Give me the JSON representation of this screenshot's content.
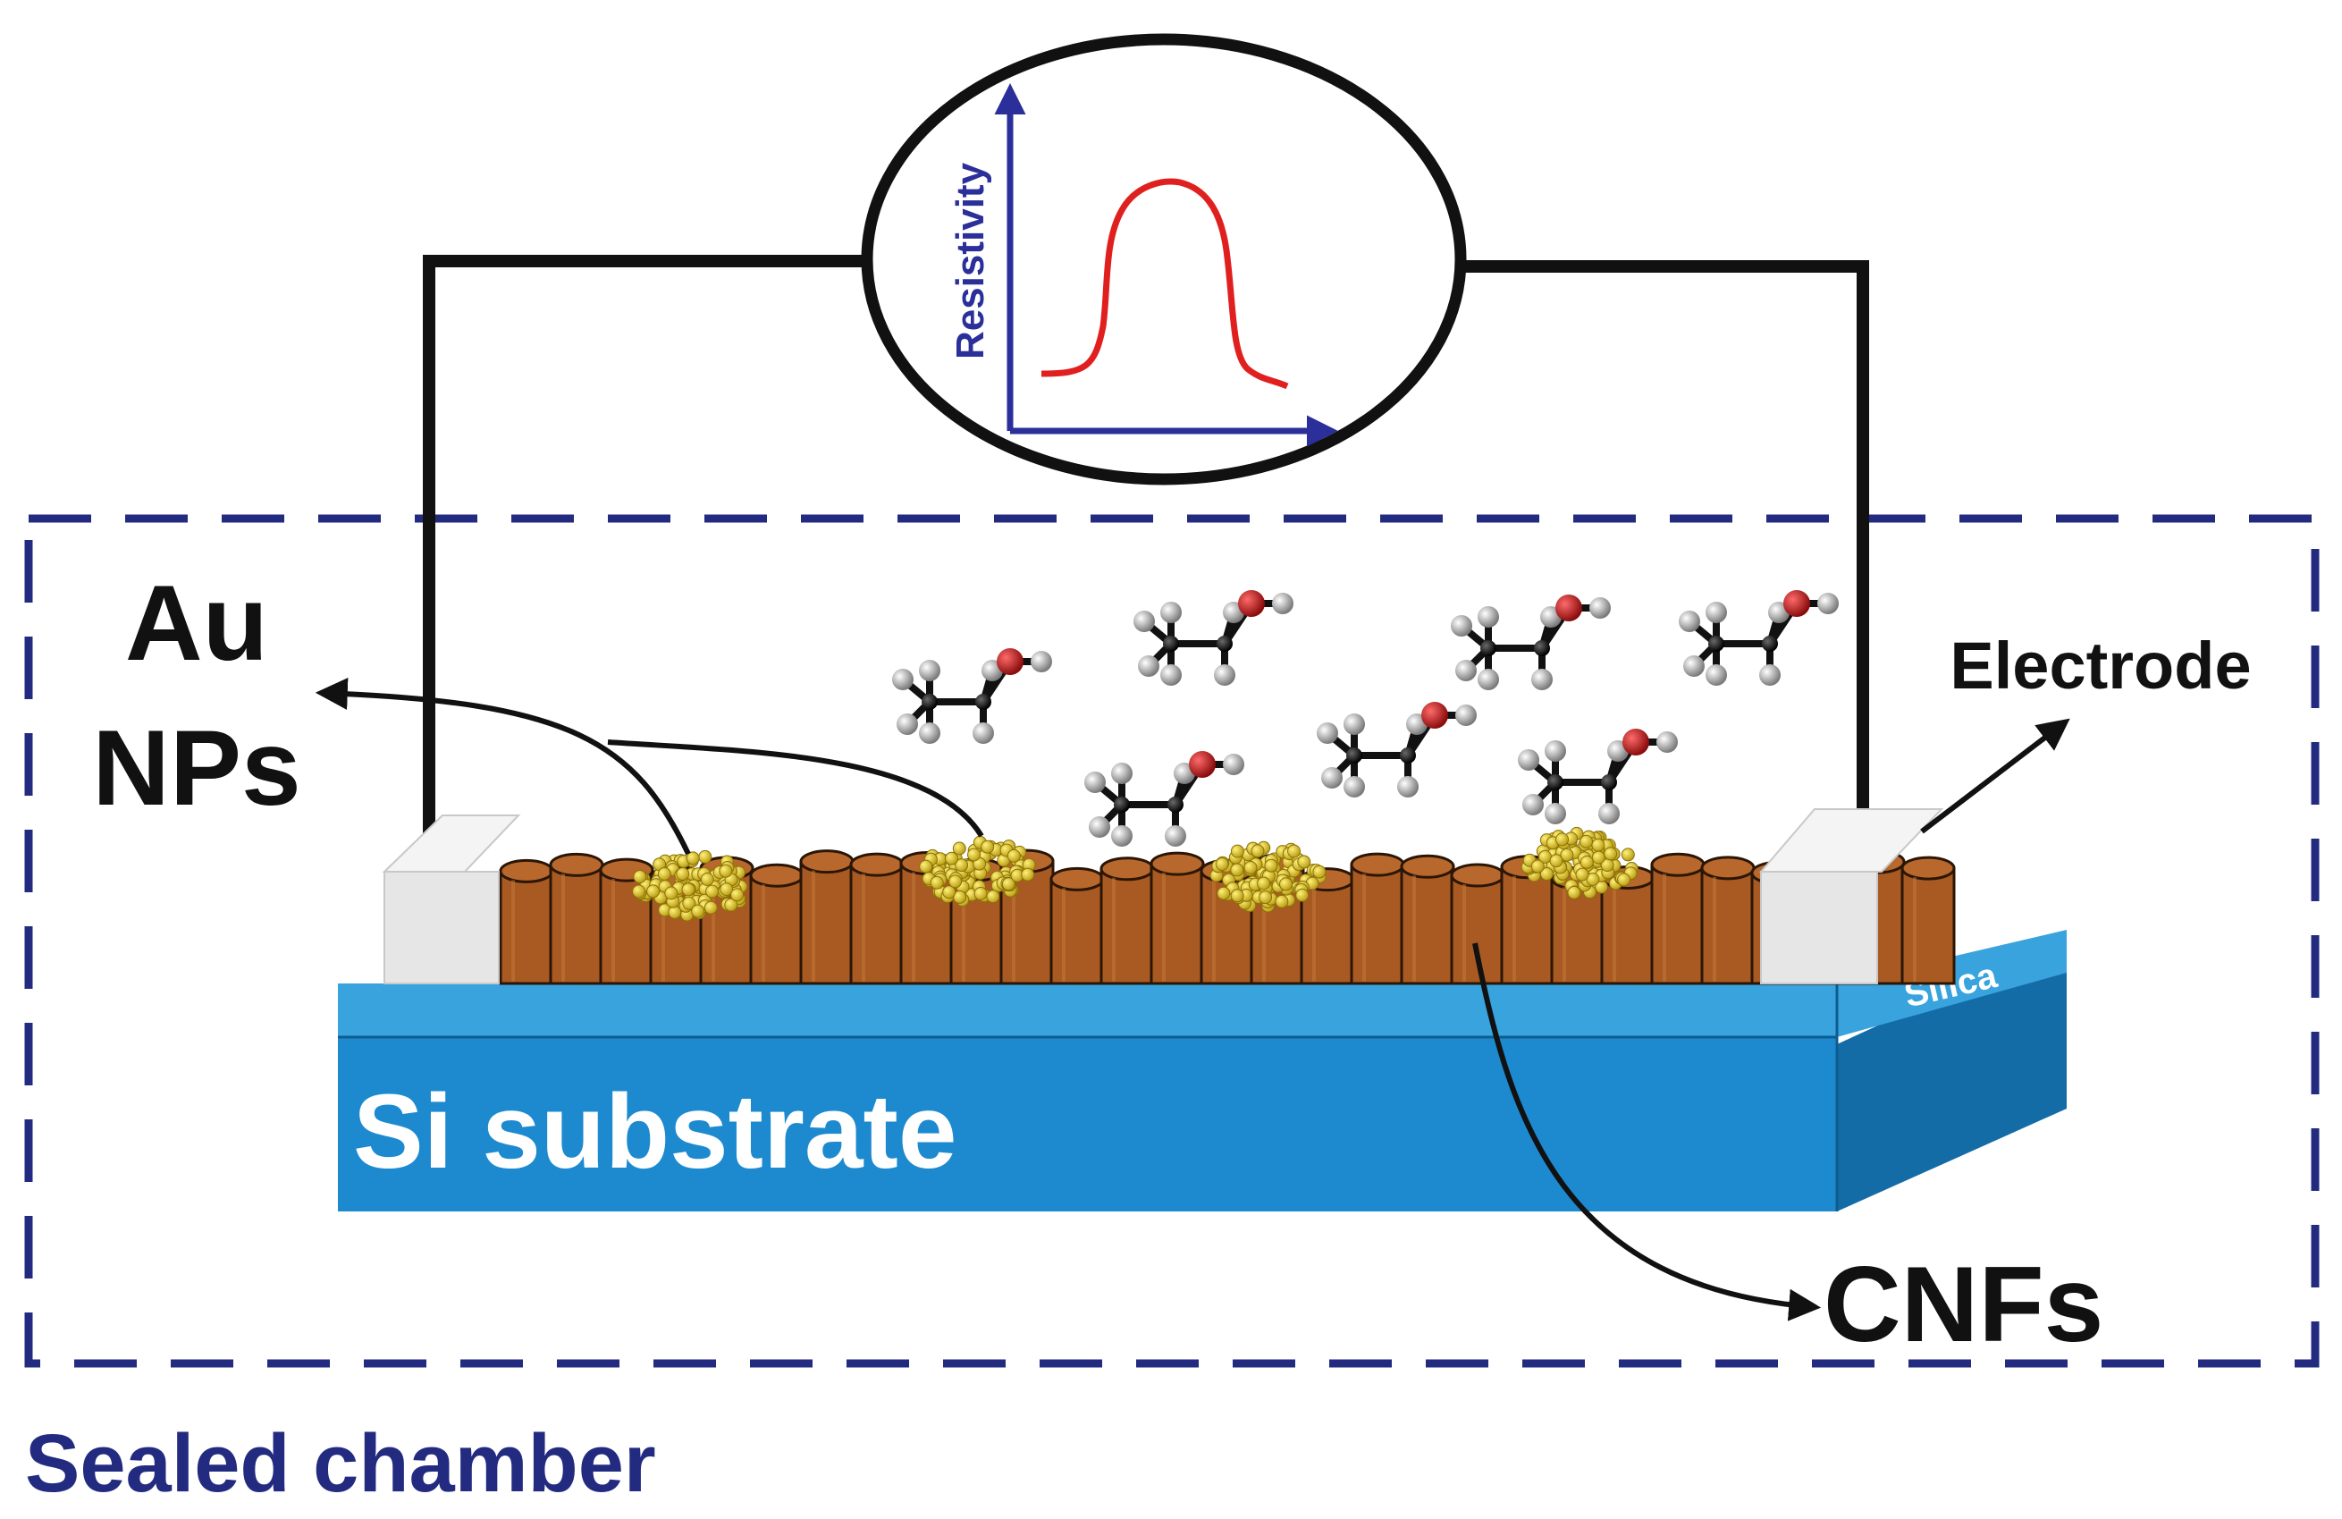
{
  "labels": {
    "au_line1": "Au",
    "au_line2": "NPs",
    "electrode": "Electrode",
    "silica": "Silica",
    "substrate": "Si substrate",
    "cnfs": "CNFs",
    "chamber": "Sealed chamber",
    "y_axis": "Resistivity"
  },
  "colors": {
    "chamber_border": "#232b80",
    "axis": "#2a2f9a",
    "signal": "#e0201e",
    "wire": "#111111",
    "substrate_front": "#1d8ad0",
    "silica_top": "#39a3de",
    "cnf_fill": "#a85a22",
    "gold": "#dcc21e",
    "electrode_pad": "#e8e8e8",
    "oxygen": "#c0181c",
    "hydrogen": "#c8c8c8",
    "carbon": "#111111"
  },
  "icons": {
    "molecule": "ethanol-molecule-icon",
    "meter": "resistivity-meter-icon"
  }
}
